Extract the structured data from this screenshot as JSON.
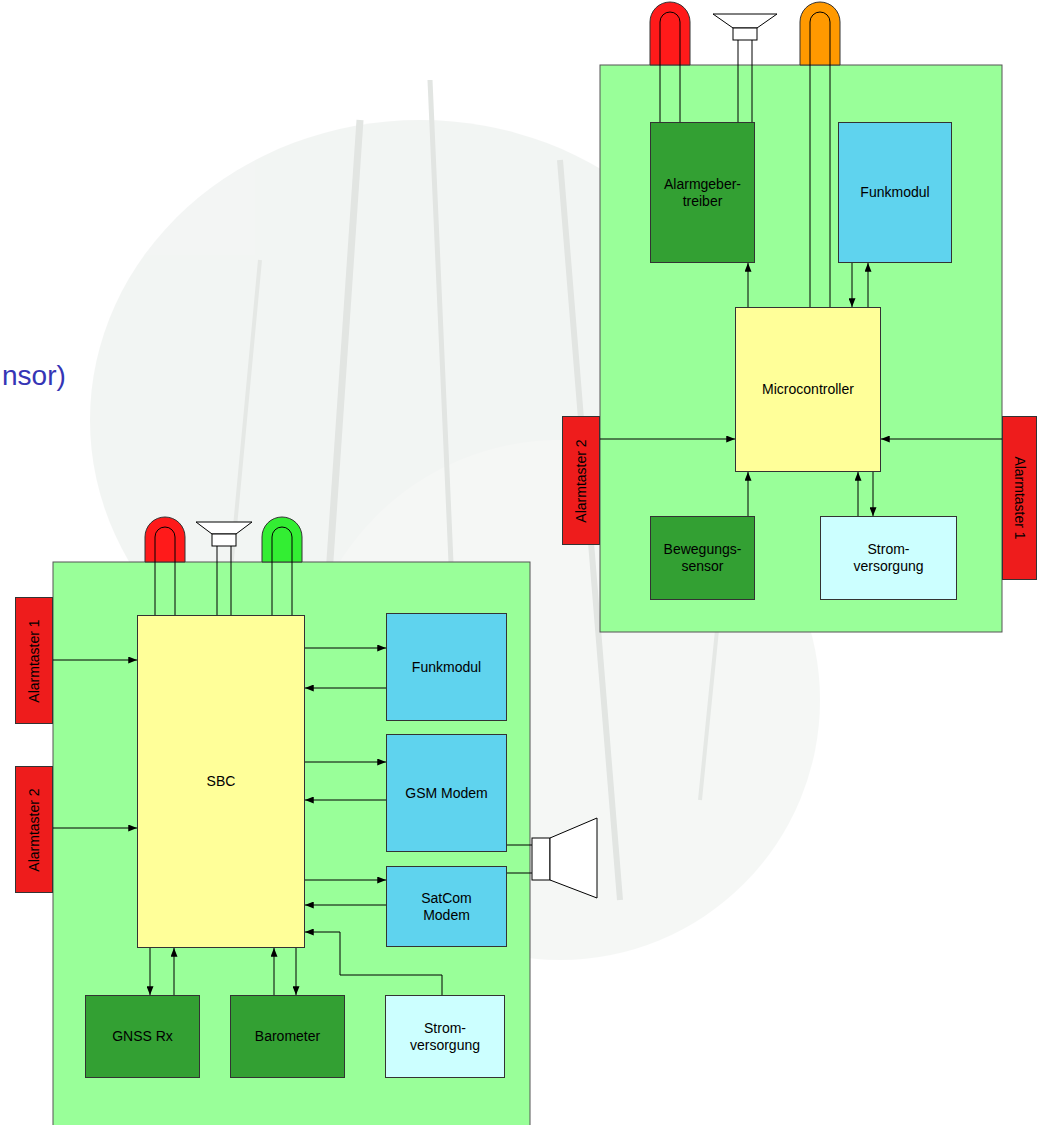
{
  "diagram": {
    "nodes": [
      {
        "text": [
          "Alarmgeber- treiber"
        ]
      },
      {
        "text": [
          "Funkmodul"
        ]
      },
      {
        "text": [
          "Microcontroller"
        ]
      },
      {
        "text": [
          "Alarmtaster 2"
        ]
      },
      {
        "text": [
          "Alarmtaster 1"
        ]
      },
      {
        "text": [
          "Bewegungs- sensor"
        ]
      },
      {
        "text": [
          "Strom- versorgung"
        ]
      },
      {
        "text": [
          "Alarmtaster 1"
        ]
      },
      {
        "text": [
          "SBC"
        ]
      },
      {
        "text": [
          "Funkmodul"
        ]
      },
      {
        "text": [
          "GSM Modem"
        ]
      },
      {
        "text": [
          "Alarmtaster 2"
        ]
      },
      {
        "text": [
          "SatCom Modem"
        ]
      },
      {
        "text": [
          "GNSS Rx"
        ]
      },
      {
        "text": [
          "Barometer"
        ]
      },
      {
        "text": [
          "Strom- versorgung"
        ]
      }
    ],
    "edges": [
      {
        "from": 2,
        "to": 0,
        "arrow": "to"
      },
      {
        "from": 2,
        "to": 1,
        "arrow": "to"
      },
      {
        "from": 1,
        "to": 2,
        "arrow": "to"
      },
      {
        "from": 3,
        "to": 2,
        "arrow": "to"
      },
      {
        "from": 4,
        "to": 2,
        "arrow": "to"
      },
      {
        "from": 5,
        "to": 2,
        "arrow": "to"
      },
      {
        "from": 6,
        "to": 2,
        "arrow": "to"
      },
      {
        "from": 2,
        "to": 6,
        "arrow": "to"
      },
      {
        "from": 7,
        "to": 8,
        "arrow": "to"
      },
      {
        "from": 11,
        "to": 8,
        "arrow": "to"
      },
      {
        "from": 8,
        "to": 9,
        "arrow": "to"
      },
      {
        "from": 9,
        "to": 8,
        "arrow": "to"
      },
      {
        "from": 8,
        "to": 10,
        "arrow": "to"
      },
      {
        "from": 10,
        "to": 8,
        "arrow": "to"
      },
      {
        "from": 8,
        "to": 12,
        "arrow": "to"
      },
      {
        "from": 12,
        "to": 8,
        "arrow": "to"
      },
      {
        "from": 8,
        "to": 13,
        "arrow": "to"
      },
      {
        "from": 13,
        "to": 8,
        "arrow": "to"
      },
      {
        "from": 14,
        "to": 8,
        "arrow": "to"
      },
      {
        "from": 8,
        "to": 14,
        "arrow": "to"
      },
      {
        "from": 15,
        "to": 8,
        "arrow": "to"
      }
    ],
    "labels": [
      "nsor)"
    ]
  }
}
